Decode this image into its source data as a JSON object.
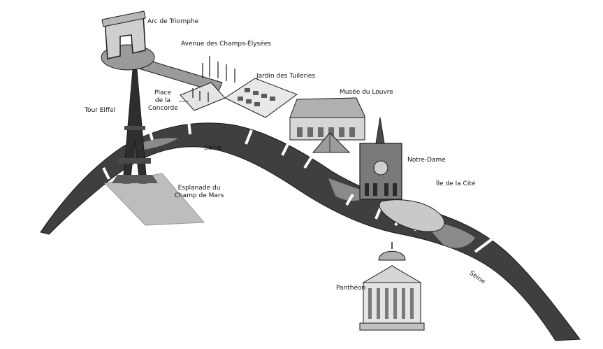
{
  "labels": {
    "arc": "Arc de Triomphe",
    "avenue": "Avenue des Champs-Élysées",
    "tuileries": "Jardin des Tuileries",
    "louvre": "Musée du Louvre",
    "eiffel": "Tour Eiffel",
    "concorde_1": "Place",
    "concorde_2": "de la",
    "concorde_3": "Concorde",
    "seine_1": "Seine",
    "seine_2": "Seine",
    "notre_dame": "Notre-Dame",
    "ile": "Île de la Cité",
    "esplanade_1": "Esplanade du",
    "esplanade_2": "Champ de Mars",
    "pantheon": "Panthéon"
  },
  "colors": {
    "river": "#3f3f3f",
    "river_light": "#8a8a8a",
    "island": "#c9c9c9",
    "ink": "#1a1a1a",
    "ground": "#bdbdbd",
    "building": "#7a7a7a"
  }
}
